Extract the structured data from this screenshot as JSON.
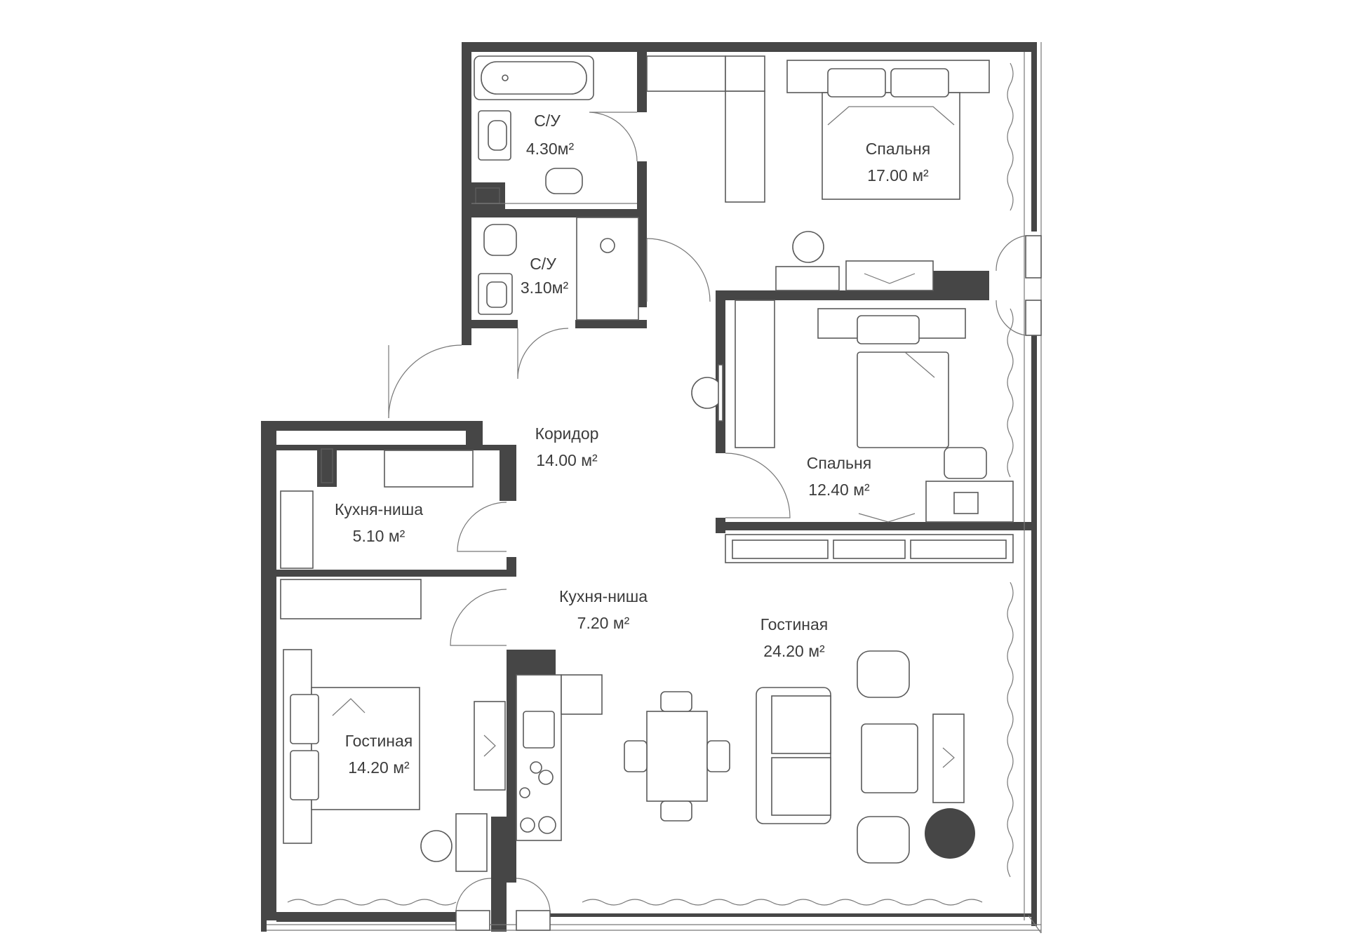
{
  "rooms": [
    {
      "name": "С/У",
      "area": "4.30м²"
    },
    {
      "name": "С/У",
      "area": "3.10м²"
    },
    {
      "name": "Спальня",
      "area": "17.00 м²"
    },
    {
      "name": "Коридор",
      "area": "14.00 м²"
    },
    {
      "name": "Спальня",
      "area": "12.40 м²"
    },
    {
      "name": "Кухня-ниша",
      "area": "5.10 м²"
    },
    {
      "name": "Кухня-ниша",
      "area": "7.20 м²"
    },
    {
      "name": "Гостиная",
      "area": "24.20 м²"
    },
    {
      "name": "Гостиная",
      "area": "14.20 м²"
    }
  ],
  "colors": {
    "wall": "#464646",
    "line": "#5a5a5a",
    "background": "#ffffff"
  }
}
